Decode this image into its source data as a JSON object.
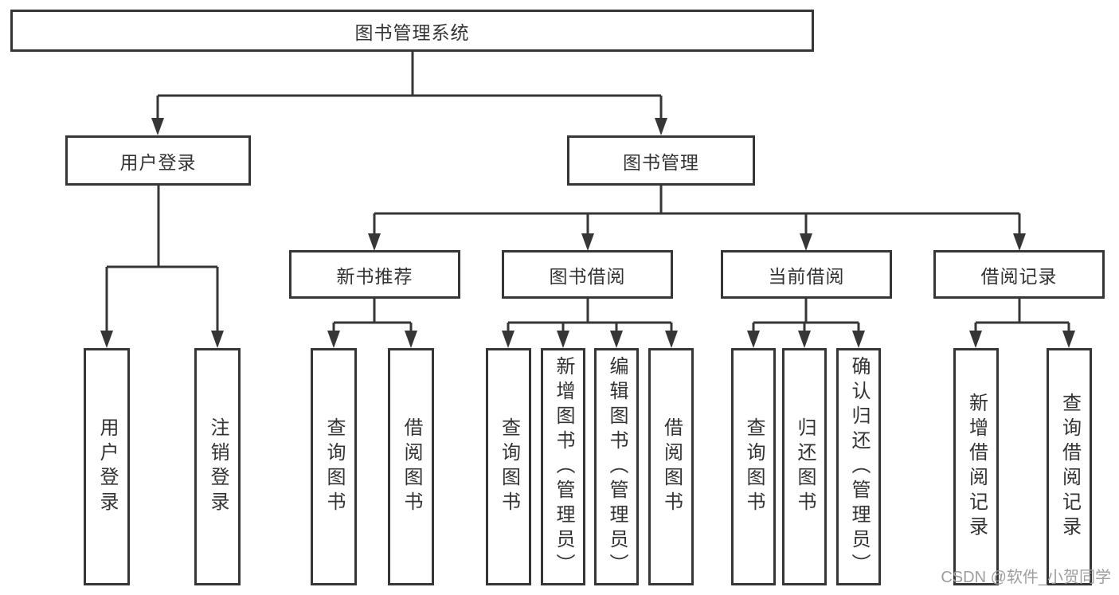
{
  "diagram": {
    "root": {
      "label": "图书管理系统"
    },
    "branches": [
      {
        "label": "用户登录",
        "children": [
          {
            "label": "用户登录"
          },
          {
            "label": "注销登录"
          }
        ]
      },
      {
        "label": "图书管理",
        "children": [
          {
            "label": "新书推荐",
            "children": [
              {
                "label": "查询图书"
              },
              {
                "label": "借阅图书"
              }
            ]
          },
          {
            "label": "图书借阅",
            "children": [
              {
                "label": "查询图书"
              },
              {
                "label": "新增图书（管理员）"
              },
              {
                "label": "编辑图书（管理员）"
              },
              {
                "label": "借阅图书"
              }
            ]
          },
          {
            "label": "当前借阅",
            "children": [
              {
                "label": "查询图书"
              },
              {
                "label": "归还图书"
              },
              {
                "label": "确认归还（管理员）"
              }
            ]
          },
          {
            "label": "借阅记录",
            "children": [
              {
                "label": "新增借阅记录"
              },
              {
                "label": "查询借阅记录"
              }
            ]
          }
        ]
      }
    ]
  },
  "icons": {
    "arrow_down_icon": "▼ solid triangle arrowhead"
  },
  "colors": {
    "line": "#363636",
    "box_border": "#363636",
    "text": "#333333",
    "watermark": "#9e9e9e",
    "background": "#ffffff"
  },
  "watermark": {
    "text": "CSDN @软件_小贺同学"
  }
}
